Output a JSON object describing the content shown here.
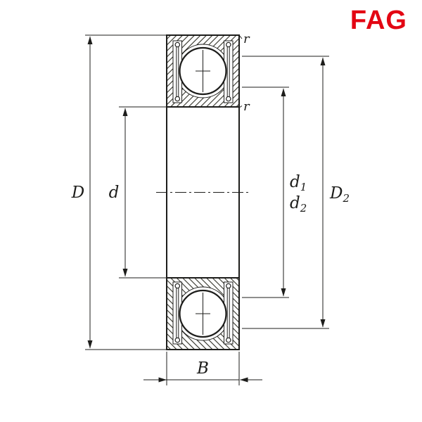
{
  "logo": {
    "text": "FAG"
  },
  "colors": {
    "logo_red": "#e30613",
    "line": "#1d1d1b"
  },
  "labels": {
    "outer_diameter": "D",
    "bore_diameter": "d",
    "d1": {
      "base": "d",
      "sub": "1"
    },
    "d2": {
      "base": "d",
      "sub": "2"
    },
    "D2": {
      "base": "D",
      "sub": "2"
    },
    "width": "B",
    "r_outer": "r",
    "r_inner": "r"
  }
}
